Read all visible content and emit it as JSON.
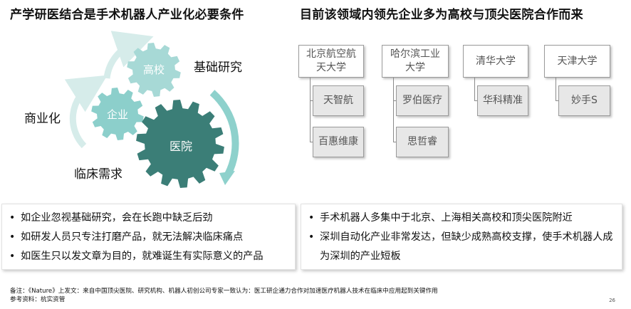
{
  "titles": {
    "left": "产学研医结合是手术机器人产业化必要条件",
    "right": "目前该领域内领先企业多为高校与顶尖医院合作而来"
  },
  "diagram": {
    "gears": {
      "university": "高校",
      "enterprise": "企业",
      "hospital": "医院"
    },
    "labels": {
      "basic_research": "基础研究",
      "commercialization": "商业化",
      "clinical_demand": "临床需求"
    },
    "colors": {
      "gear_light": "#a7d9d6",
      "gear_mid": "#8ccfcb",
      "gear_dark": "#3b7e77",
      "arrow_light": "#d6ecea",
      "arrow_dark": "#8ed1cc"
    }
  },
  "tree": {
    "universities": [
      {
        "name": "北京航空航天大学",
        "companies": [
          "天智航",
          "百惠维康"
        ]
      },
      {
        "name": "哈尔滨工业大学",
        "companies": [
          "罗伯医疗",
          "思哲睿"
        ]
      },
      {
        "name": "清华大学",
        "companies": [
          "华科精准"
        ]
      },
      {
        "name": "天津大学",
        "companies": [
          "妙手S"
        ]
      }
    ]
  },
  "bullets": {
    "left": [
      "如企业忽视基础研究，会在长跑中缺乏后劲",
      "如研发人员只专注打磨产品，就无法解决临床痛点",
      "如医生只以发文章为目的，就难诞生有实际意义的产品"
    ],
    "right": [
      "手术机器人多集中于北京、上海相关高校和顶尖医院附近",
      "深圳自动化产业非常发达，但缺少成熟高校支撑，使手术机器人成为深圳的产业短板"
    ]
  },
  "footer": {
    "note": "备注：《Nature》上发文：来自中国顶尖医院、研究机构、机器人初创公司专家一致认为：医工研企通力合作对加速医疗机器人技术在临床中应用起到关键作用",
    "reference": "参考资料：杭实资管",
    "page": "26"
  }
}
